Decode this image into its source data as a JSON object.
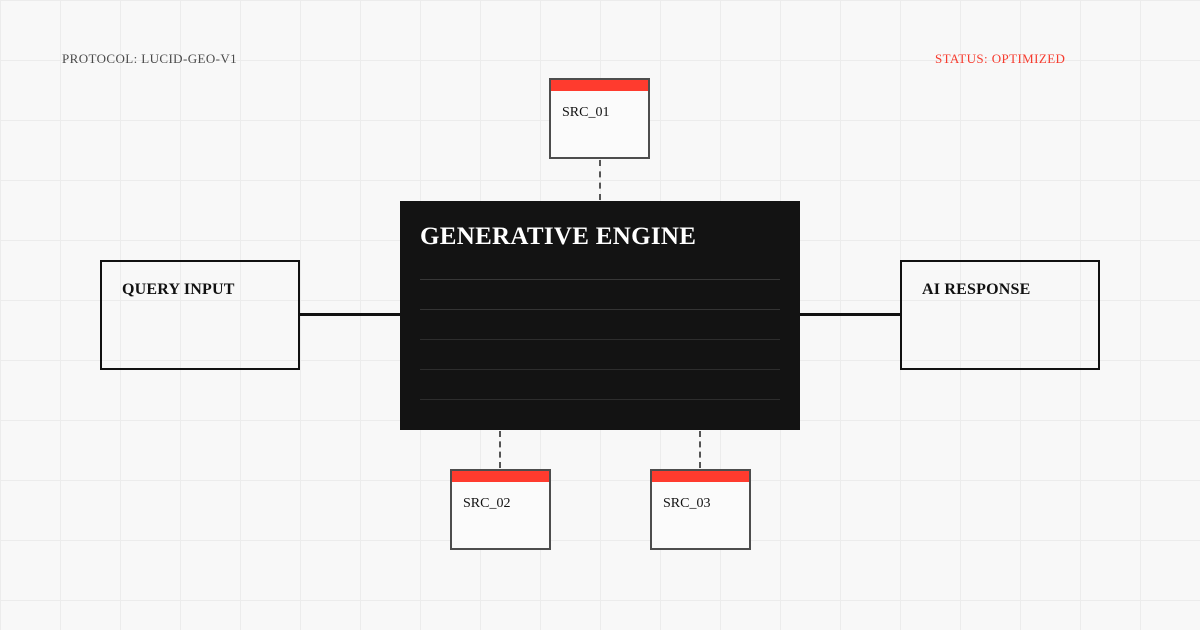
{
  "header": {
    "protocol": "PROTOCOL: LUCID-GEO-V1",
    "status": "STATUS: OPTIMIZED"
  },
  "engine": {
    "title": "GENERATIVE ENGINE",
    "divider_line_count": 5
  },
  "nodes": {
    "input": {
      "label": "QUERY INPUT"
    },
    "output": {
      "label": "AI RESPONSE"
    },
    "sources": [
      {
        "label": "SRC_01"
      },
      {
        "label": "SRC_02"
      },
      {
        "label": "SRC_03"
      }
    ]
  },
  "connectors": {
    "solid": [
      "query-input-to-engine",
      "engine-to-ai-response"
    ],
    "dashed": [
      "src-01-to-engine",
      "engine-to-src-02",
      "engine-to-src-03"
    ]
  },
  "colors": {
    "accent_red": "#ff3b2e",
    "status_text_red": "#f63b2e",
    "engine_bg": "#131313",
    "canvas_bg": "#f8f8f8",
    "grid_line": "#ececec",
    "io_border": "#111111",
    "src_border": "#4d4d4d"
  }
}
